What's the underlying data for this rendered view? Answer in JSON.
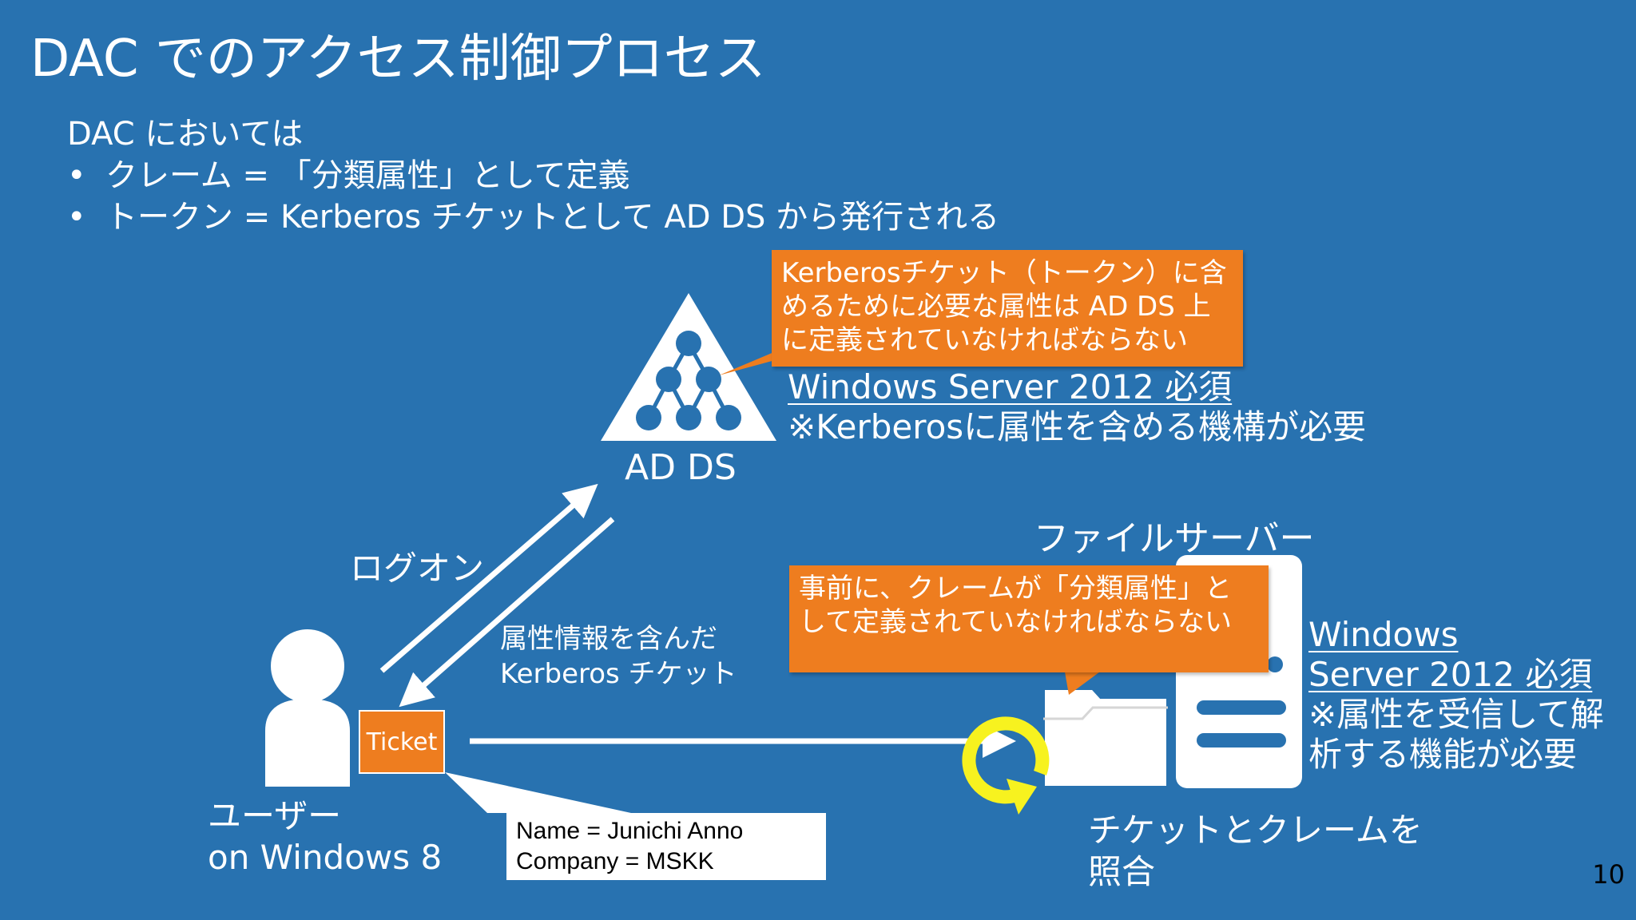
{
  "slide": {
    "title": "DAC でのアクセス制御プロセス",
    "intro": {
      "heading": "DAC においては",
      "bullets": [
        "クレーム = 「分類属性」として定義",
        "トークン = Kerberos チケットとして AD DS から発行される"
      ]
    },
    "page_number": "10"
  },
  "callouts": {
    "adds": [
      "Kerberosチケット（トークン）に含",
      "めるために必要な属性は AD DS 上",
      "に定義されていなければならない"
    ],
    "fileserver": [
      "事前に、クレームが「分類属性」と",
      "して定義されていなければならない"
    ]
  },
  "adds_note": {
    "requirement": "Windows Server 2012 必須",
    "detail": "※Kerberosに属性を含める機構が必要"
  },
  "fileserver_note": {
    "line1": "Windows",
    "line2": "Server 2012 必須",
    "line3": "※属性を受信して解",
    "line4": "析する機能が必要"
  },
  "labels": {
    "adds": "AD DS",
    "fileserver": "ファイルサーバー",
    "logon": "ログオン",
    "ticket_desc_1": "属性情報を含んだ",
    "ticket_desc_2": "Kerberos チケット",
    "user_1": "ユーザー",
    "user_2": "on Windows 8",
    "ticket": "Ticket",
    "match_1": "チケットとクレームを",
    "match_2": "照合"
  },
  "claims": {
    "name": "Name = Junichi Anno",
    "company": "Company = MSKK"
  },
  "colors": {
    "background": "#2872b0",
    "callout": "#ee7d1f",
    "cycle_arrow": "#f7f21f",
    "text": "#ffffff"
  }
}
